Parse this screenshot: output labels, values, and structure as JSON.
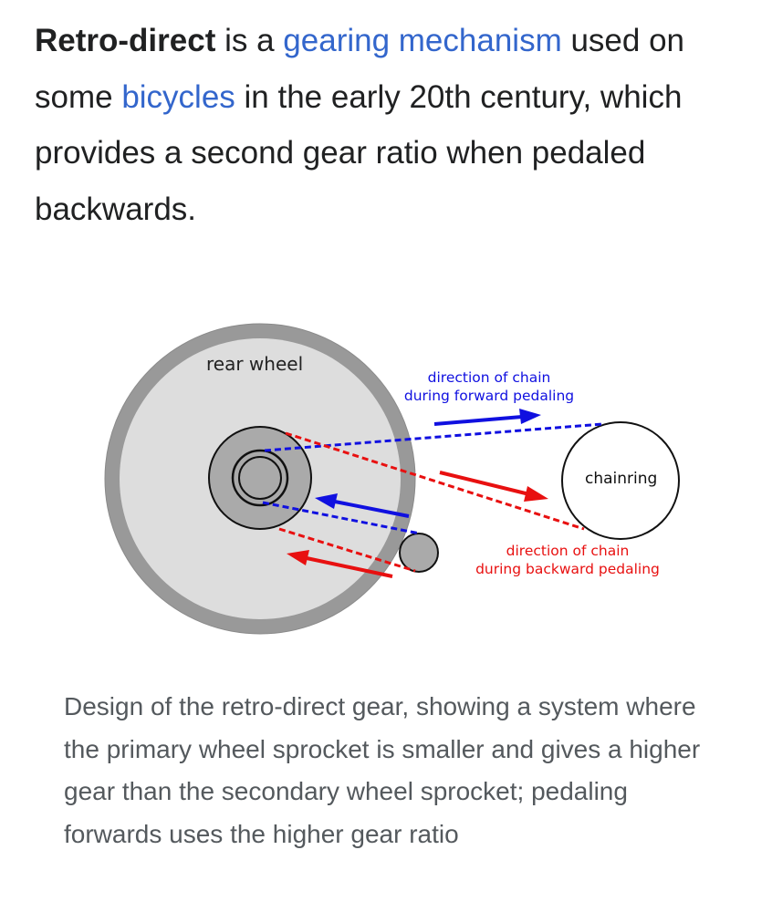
{
  "article": {
    "title_term": "Retro-direct",
    "text_1": " is a ",
    "link_1": "gearing mechanism",
    "text_2": " used on some ",
    "link_2": "bicycles",
    "text_3": " in the early 20th century, which provides a second gear ratio when pedaled backwards."
  },
  "figure": {
    "label_rear_wheel": "rear wheel",
    "label_forward_line1": "direction of chain",
    "label_forward_line2": "during forward pedaling",
    "label_chainring": "chainring",
    "label_backward_line1": "direction of chain",
    "label_backward_line2": "during backward pedaling",
    "colors": {
      "forward": "#1010e0",
      "backward": "#e81010",
      "tire": "#999999",
      "wheel": "#dddddd"
    },
    "caption": "Design of the retro-direct gear, showing a system where the primary wheel sprocket is smaller and gives a higher gear than the secondary wheel sprocket; pedaling forwards uses the higher gear ratio"
  }
}
